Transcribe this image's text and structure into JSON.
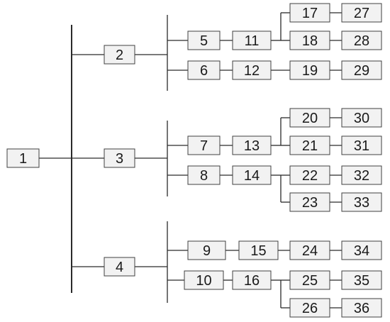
{
  "diagram": {
    "type": "tree",
    "colors": {
      "node_fill": "#f2f2f2",
      "node_stroke": "#404040",
      "line": "#2a2a2a",
      "text": "#1a1a1a"
    },
    "nodes": [
      {
        "id": "1",
        "label": "1"
      },
      {
        "id": "2",
        "label": "2"
      },
      {
        "id": "3",
        "label": "3"
      },
      {
        "id": "4",
        "label": "4"
      },
      {
        "id": "5",
        "label": "5"
      },
      {
        "id": "6",
        "label": "6"
      },
      {
        "id": "7",
        "label": "7"
      },
      {
        "id": "8",
        "label": "8"
      },
      {
        "id": "9",
        "label": "9"
      },
      {
        "id": "10",
        "label": "10"
      },
      {
        "id": "11",
        "label": "11"
      },
      {
        "id": "12",
        "label": "12"
      },
      {
        "id": "13",
        "label": "13"
      },
      {
        "id": "14",
        "label": "14"
      },
      {
        "id": "15",
        "label": "15"
      },
      {
        "id": "16",
        "label": "16"
      },
      {
        "id": "17",
        "label": "17"
      },
      {
        "id": "18",
        "label": "18"
      },
      {
        "id": "19",
        "label": "19"
      },
      {
        "id": "20",
        "label": "20"
      },
      {
        "id": "21",
        "label": "21"
      },
      {
        "id": "22",
        "label": "22"
      },
      {
        "id": "23",
        "label": "23"
      },
      {
        "id": "24",
        "label": "24"
      },
      {
        "id": "25",
        "label": "25"
      },
      {
        "id": "26",
        "label": "26"
      },
      {
        "id": "27",
        "label": "27"
      },
      {
        "id": "28",
        "label": "28"
      },
      {
        "id": "29",
        "label": "29"
      },
      {
        "id": "30",
        "label": "30"
      },
      {
        "id": "31",
        "label": "31"
      },
      {
        "id": "32",
        "label": "32"
      },
      {
        "id": "33",
        "label": "33"
      },
      {
        "id": "34",
        "label": "34"
      },
      {
        "id": "35",
        "label": "35"
      },
      {
        "id": "36",
        "label": "36"
      }
    ],
    "edges": [
      [
        "1",
        "2"
      ],
      [
        "1",
        "3"
      ],
      [
        "1",
        "4"
      ],
      [
        "2",
        "5"
      ],
      [
        "2",
        "6"
      ],
      [
        "3",
        "7"
      ],
      [
        "3",
        "8"
      ],
      [
        "4",
        "9"
      ],
      [
        "4",
        "10"
      ],
      [
        "5",
        "11"
      ],
      [
        "6",
        "12"
      ],
      [
        "7",
        "13"
      ],
      [
        "8",
        "14"
      ],
      [
        "9",
        "15"
      ],
      [
        "10",
        "16"
      ],
      [
        "11",
        "17"
      ],
      [
        "11",
        "18"
      ],
      [
        "12",
        "19"
      ],
      [
        "13",
        "20"
      ],
      [
        "13",
        "21"
      ],
      [
        "14",
        "22"
      ],
      [
        "14",
        "23"
      ],
      [
        "15",
        "24"
      ],
      [
        "16",
        "25"
      ],
      [
        "16",
        "26"
      ],
      [
        "17",
        "27"
      ],
      [
        "18",
        "28"
      ],
      [
        "19",
        "29"
      ],
      [
        "20",
        "30"
      ],
      [
        "21",
        "31"
      ],
      [
        "22",
        "32"
      ],
      [
        "23",
        "33"
      ],
      [
        "24",
        "34"
      ],
      [
        "25",
        "35"
      ],
      [
        "26",
        "36"
      ]
    ]
  }
}
